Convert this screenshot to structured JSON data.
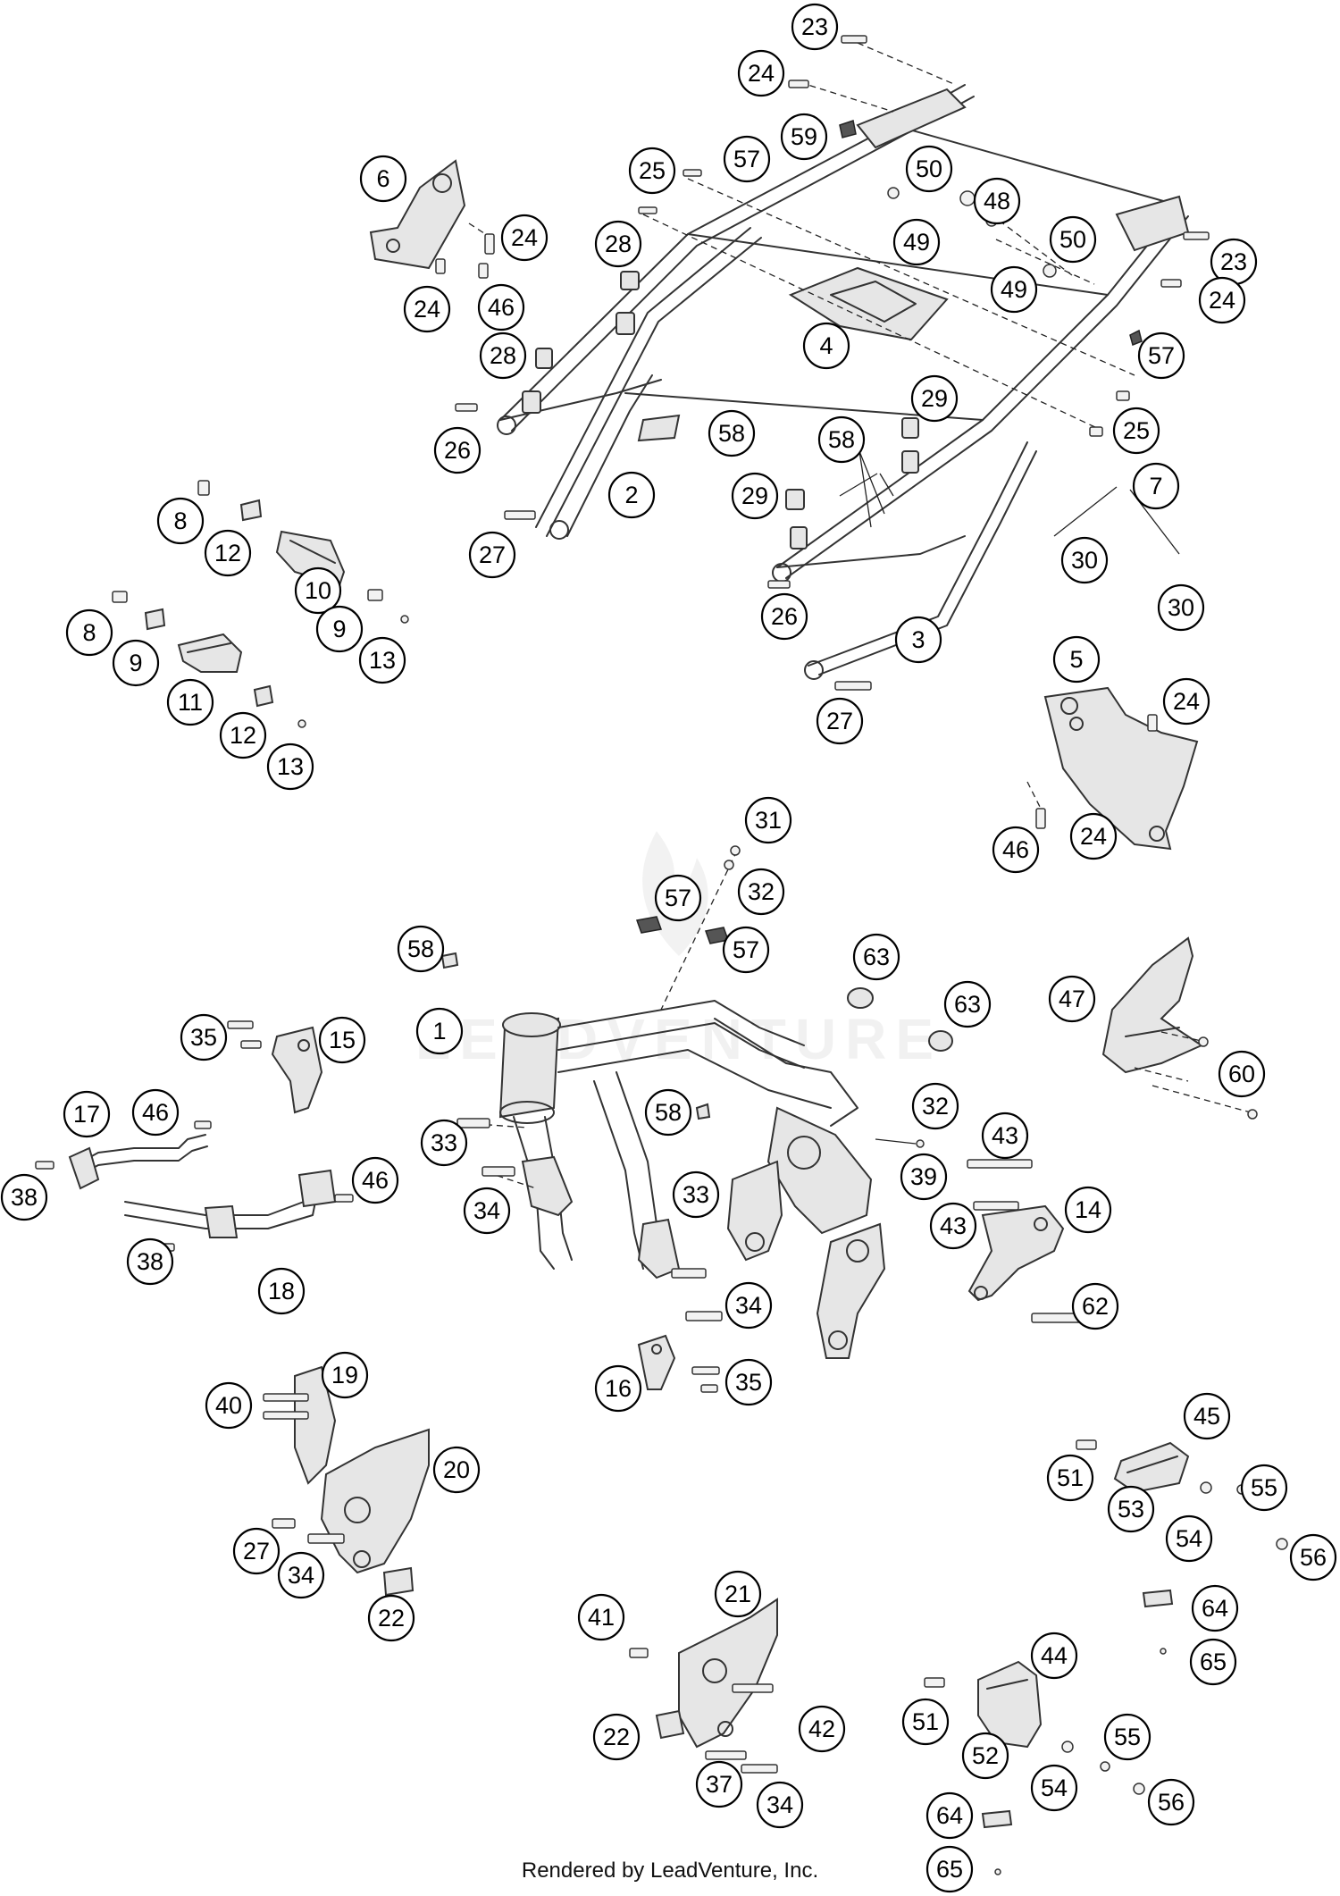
{
  "footer": {
    "text": "Rendered by LeadVenture, Inc."
  },
  "watermark": {
    "text": "LEADVENTURE"
  },
  "callout_labels": [
    "23",
    "24",
    "59",
    "57",
    "50",
    "48",
    "49",
    "50",
    "49",
    "23",
    "24",
    "25",
    "6",
    "24",
    "24",
    "46",
    "28",
    "28",
    "4",
    "57",
    "25",
    "29",
    "58",
    "58",
    "26",
    "2",
    "29",
    "7",
    "27",
    "30",
    "8",
    "12",
    "10",
    "9",
    "8",
    "9",
    "13",
    "11",
    "12",
    "13",
    "26",
    "3",
    "30",
    "27",
    "5",
    "24",
    "46",
    "24",
    "31",
    "32",
    "57",
    "57",
    "58",
    "63",
    "63",
    "47",
    "60",
    "1",
    "35",
    "15",
    "17",
    "46",
    "58",
    "32",
    "33",
    "34",
    "43",
    "39",
    "38",
    "46",
    "33",
    "14",
    "43",
    "38",
    "18",
    "34",
    "62",
    "16",
    "35",
    "40",
    "19",
    "20",
    "45",
    "51",
    "53",
    "55",
    "54",
    "56",
    "27",
    "34",
    "22",
    "64",
    "65",
    "41",
    "21",
    "44",
    "42",
    "51",
    "22",
    "52",
    "55",
    "54",
    "56",
    "37",
    "34",
    "64",
    "65"
  ]
}
